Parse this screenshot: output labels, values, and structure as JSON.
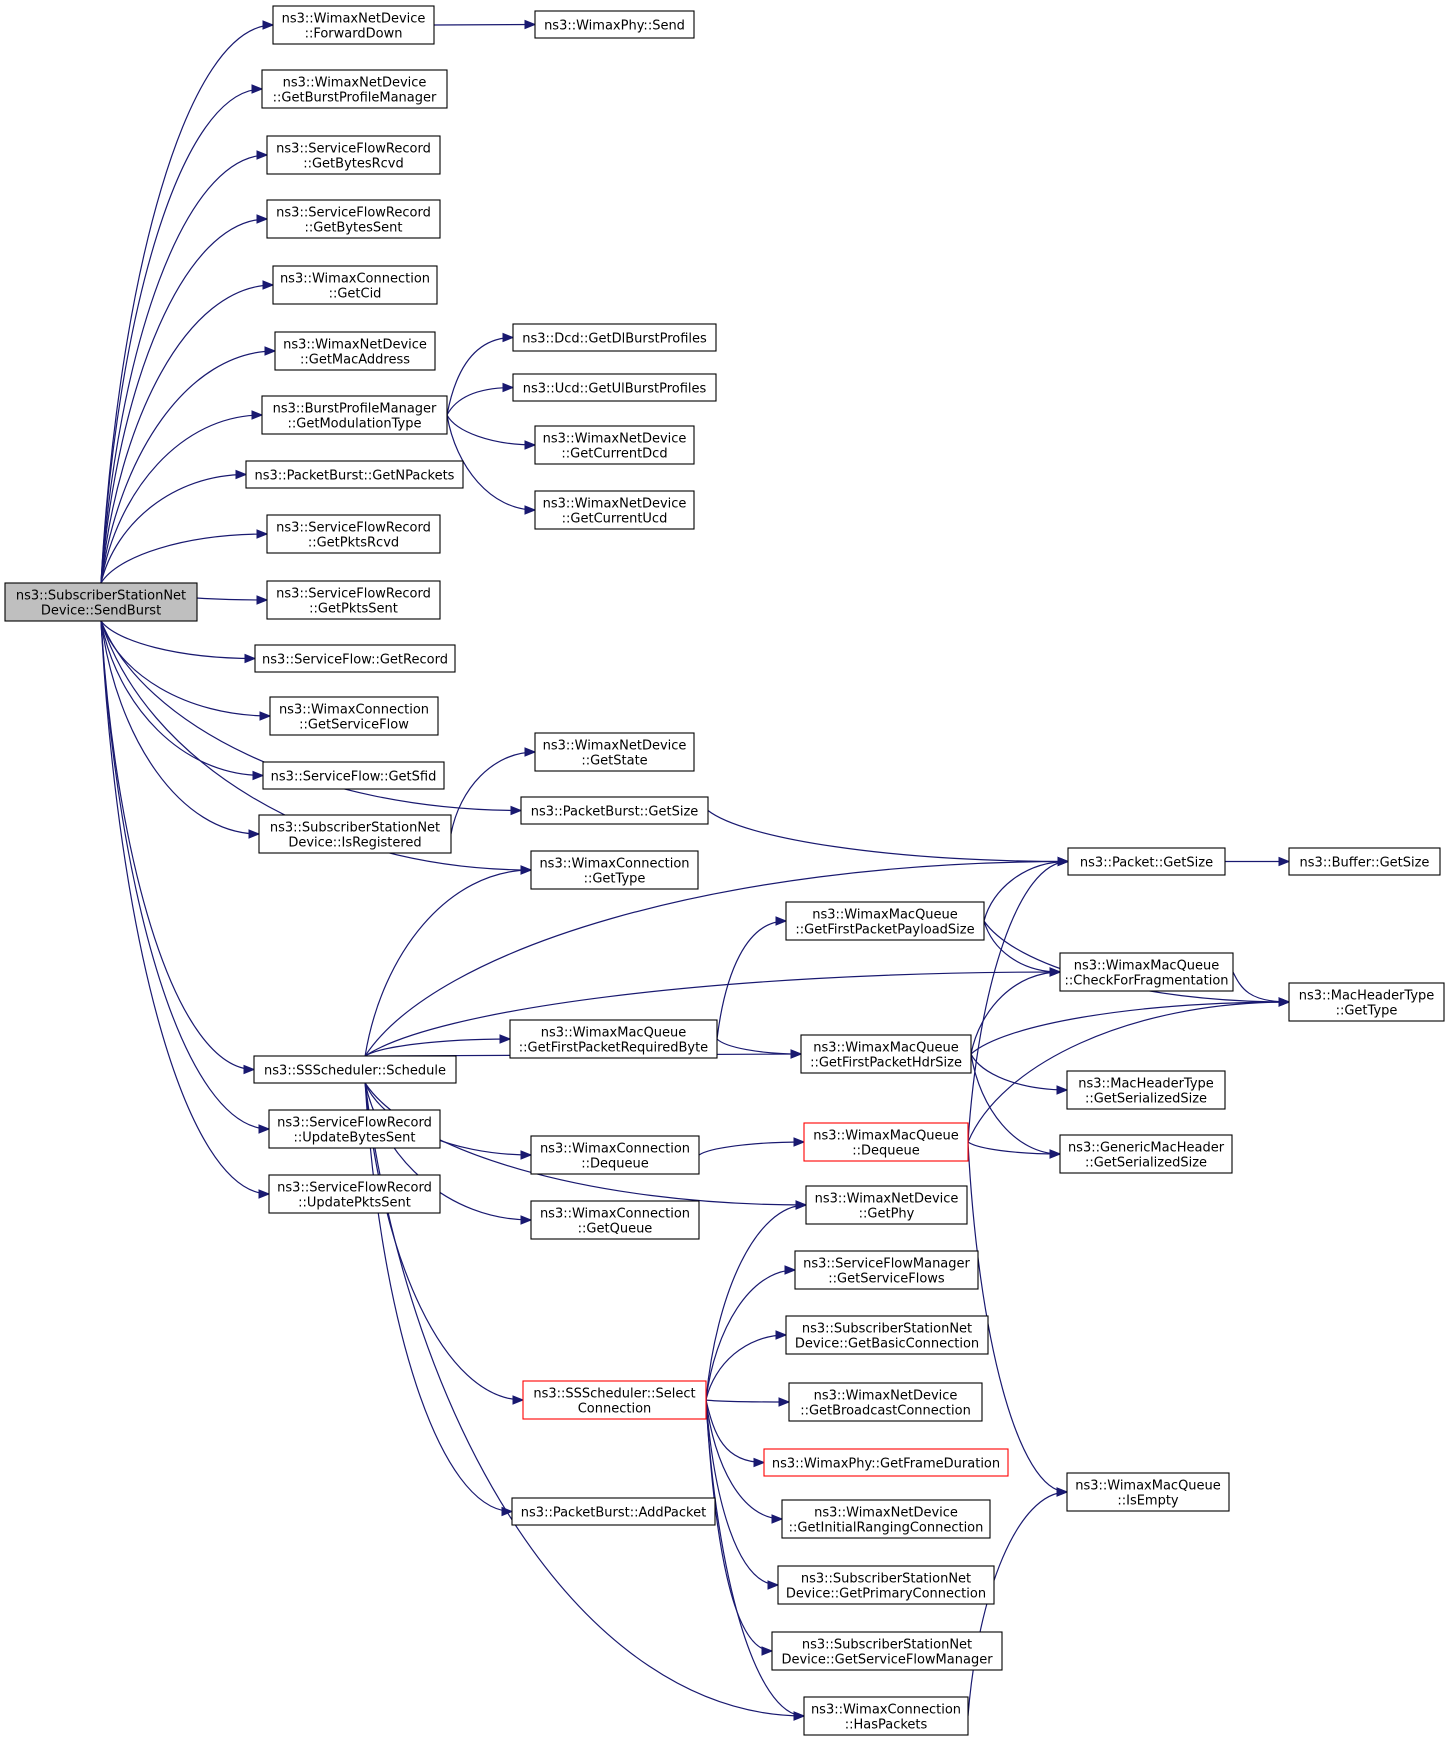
{
  "colors": {
    "edge": "#191970",
    "root_fill": "#bfbfbf",
    "highlight_border": "#ff0000",
    "node_border": "#000000"
  },
  "nodes": {
    "sendburst": {
      "lines": [
        "ns3::SubscriberStationNet",
        "Device::SendBurst"
      ],
      "style": "root"
    },
    "forwarddown": {
      "lines": [
        "ns3::WimaxNetDevice",
        "::ForwardDown"
      ]
    },
    "phy_send": {
      "lines": [
        "ns3::WimaxPhy::Send"
      ]
    },
    "getburstprofilemanager": {
      "lines": [
        "ns3::WimaxNetDevice",
        "::GetBurstProfileManager"
      ]
    },
    "getbytesrcvd": {
      "lines": [
        "ns3::ServiceFlowRecord",
        "::GetBytesRcvd"
      ]
    },
    "getbytessent": {
      "lines": [
        "ns3::ServiceFlowRecord",
        "::GetBytesSent"
      ]
    },
    "getcid": {
      "lines": [
        "ns3::WimaxConnection",
        "::GetCid"
      ]
    },
    "getmacaddress": {
      "lines": [
        "ns3::WimaxNetDevice",
        "::GetMacAddress"
      ]
    },
    "getdlburstprofiles": {
      "lines": [
        "ns3::Dcd::GetDlBurstProfiles"
      ]
    },
    "getulburstprofiles": {
      "lines": [
        "ns3::Ucd::GetUlBurstProfiles"
      ]
    },
    "getmodulationtype": {
      "lines": [
        "ns3::BurstProfileManager",
        "::GetModulationType"
      ]
    },
    "getcurrentdcd": {
      "lines": [
        "ns3::WimaxNetDevice",
        "::GetCurrentDcd"
      ]
    },
    "getnpackets": {
      "lines": [
        "ns3::PacketBurst::GetNPackets"
      ]
    },
    "getcurrentucd": {
      "lines": [
        "ns3::WimaxNetDevice",
        "::GetCurrentUcd"
      ]
    },
    "getpktsrcvd": {
      "lines": [
        "ns3::ServiceFlowRecord",
        "::GetPktsRcvd"
      ]
    },
    "getpktssent": {
      "lines": [
        "ns3::ServiceFlowRecord",
        "::GetPktsSent"
      ]
    },
    "getrecord": {
      "lines": [
        "ns3::ServiceFlow::GetRecord"
      ]
    },
    "getserviceflow": {
      "lines": [
        "ns3::WimaxConnection",
        "::GetServiceFlow"
      ]
    },
    "getstate": {
      "lines": [
        "ns3::WimaxNetDevice",
        "::GetState"
      ]
    },
    "getsfid": {
      "lines": [
        "ns3::ServiceFlow::GetSfid"
      ]
    },
    "pb_getsize": {
      "lines": [
        "ns3::PacketBurst::GetSize"
      ]
    },
    "isregistered": {
      "lines": [
        "ns3::SubscriberStationNet",
        "Device::IsRegistered"
      ]
    },
    "packet_getsize": {
      "lines": [
        "ns3::Packet::GetSize"
      ]
    },
    "buffer_getsize": {
      "lines": [
        "ns3::Buffer::GetSize"
      ]
    },
    "conn_gettype": {
      "lines": [
        "ns3::WimaxConnection",
        "::GetType"
      ]
    },
    "getfirstpacketpayloadsize": {
      "lines": [
        "ns3::WimaxMacQueue",
        "::GetFirstPacketPayloadSize"
      ]
    },
    "checkforfragmentation": {
      "lines": [
        "ns3::WimaxMacQueue",
        "::CheckForFragmentation"
      ]
    },
    "macheader_gettype": {
      "lines": [
        "ns3::MacHeaderType",
        "::GetType"
      ]
    },
    "getfirstpacketrequiredbyte": {
      "lines": [
        "ns3::WimaxMacQueue",
        "::GetFirstPacketRequiredByte"
      ]
    },
    "schedule": {
      "lines": [
        "ns3::SSScheduler::Schedule"
      ]
    },
    "getfirstpackethdrsize": {
      "lines": [
        "ns3::WimaxMacQueue",
        "::GetFirstPacketHdrSize"
      ]
    },
    "macheader_getserializedsize": {
      "lines": [
        "ns3::MacHeaderType",
        "::GetSerializedSize"
      ]
    },
    "updatebytessent": {
      "lines": [
        "ns3::ServiceFlowRecord",
        "::UpdateBytesSent"
      ]
    },
    "conn_dequeue": {
      "lines": [
        "ns3::WimaxConnection",
        "::Dequeue"
      ]
    },
    "queue_dequeue": {
      "lines": [
        "ns3::WimaxMacQueue",
        "::Dequeue"
      ],
      "style": "red"
    },
    "generic_getserializedsize": {
      "lines": [
        "ns3::GenericMacHeader",
        "::GetSerializedSize"
      ]
    },
    "updatepktssent": {
      "lines": [
        "ns3::ServiceFlowRecord",
        "::UpdatePktsSent"
      ]
    },
    "getphy": {
      "lines": [
        "ns3::WimaxNetDevice",
        "::GetPhy"
      ]
    },
    "getqueue": {
      "lines": [
        "ns3::WimaxConnection",
        "::GetQueue"
      ]
    },
    "getserviceflows": {
      "lines": [
        "ns3::ServiceFlowManager",
        "::GetServiceFlows"
      ]
    },
    "getbasicconnection": {
      "lines": [
        "ns3::SubscriberStationNet",
        "Device::GetBasicConnection"
      ]
    },
    "selectconnection": {
      "lines": [
        "ns3::SSScheduler::Select",
        "Connection"
      ],
      "style": "red"
    },
    "getbroadcastconnection": {
      "lines": [
        "ns3::WimaxNetDevice",
        "::GetBroadcastConnection"
      ]
    },
    "getframeduration": {
      "lines": [
        "ns3::WimaxPhy::GetFrameDuration"
      ],
      "style": "red"
    },
    "queue_isempty": {
      "lines": [
        "ns3::WimaxMacQueue",
        "::IsEmpty"
      ]
    },
    "addpacket": {
      "lines": [
        "ns3::PacketBurst::AddPacket"
      ]
    },
    "getinitialrangingconnection": {
      "lines": [
        "ns3::WimaxNetDevice",
        "::GetInitialRangingConnection"
      ]
    },
    "getprimaryconnection": {
      "lines": [
        "ns3::SubscriberStationNet",
        "Device::GetPrimaryConnection"
      ]
    },
    "getserviceflowmanager": {
      "lines": [
        "ns3::SubscriberStationNet",
        "Device::GetServiceFlowManager"
      ]
    },
    "haspackets": {
      "lines": [
        "ns3::WimaxConnection",
        "::HasPackets"
      ]
    }
  },
  "edges": [
    [
      "sendburst",
      "forwarddown"
    ],
    [
      "forwarddown",
      "phy_send"
    ],
    [
      "sendburst",
      "getburstprofilemanager"
    ],
    [
      "sendburst",
      "getbytesrcvd"
    ],
    [
      "sendburst",
      "getbytessent"
    ],
    [
      "sendburst",
      "getcid"
    ],
    [
      "sendburst",
      "getmacaddress"
    ],
    [
      "sendburst",
      "getmodulationtype"
    ],
    [
      "getmodulationtype",
      "getdlburstprofiles"
    ],
    [
      "getmodulationtype",
      "getulburstprofiles"
    ],
    [
      "getmodulationtype",
      "getcurrentdcd"
    ],
    [
      "getmodulationtype",
      "getcurrentucd"
    ],
    [
      "sendburst",
      "getnpackets"
    ],
    [
      "sendburst",
      "getpktsrcvd"
    ],
    [
      "sendburst",
      "getpktssent"
    ],
    [
      "sendburst",
      "getrecord"
    ],
    [
      "sendburst",
      "getserviceflow"
    ],
    [
      "sendburst",
      "getsfid"
    ],
    [
      "sendburst",
      "isregistered"
    ],
    [
      "isregistered",
      "getstate"
    ],
    [
      "sendburst",
      "pb_getsize"
    ],
    [
      "pb_getsize",
      "packet_getsize"
    ],
    [
      "packet_getsize",
      "buffer_getsize"
    ],
    [
      "sendburst",
      "conn_gettype"
    ],
    [
      "sendburst",
      "schedule"
    ],
    [
      "sendburst",
      "updatebytessent"
    ],
    [
      "sendburst",
      "updatepktssent"
    ],
    [
      "schedule",
      "conn_gettype"
    ],
    [
      "schedule",
      "packet_getsize"
    ],
    [
      "schedule",
      "checkforfragmentation"
    ],
    [
      "schedule",
      "getfirstpacketrequiredbyte"
    ],
    [
      "schedule",
      "getfirstpackethdrsize"
    ],
    [
      "schedule",
      "conn_dequeue"
    ],
    [
      "schedule",
      "getqueue"
    ],
    [
      "schedule",
      "getphy"
    ],
    [
      "schedule",
      "selectconnection"
    ],
    [
      "schedule",
      "addpacket"
    ],
    [
      "schedule",
      "haspackets"
    ],
    [
      "getfirstpacketrequiredbyte",
      "getfirstpacketpayloadsize"
    ],
    [
      "getfirstpacketrequiredbyte",
      "getfirstpackethdrsize"
    ],
    [
      "getfirstpacketpayloadsize",
      "packet_getsize"
    ],
    [
      "getfirstpacketpayloadsize",
      "checkforfragmentation"
    ],
    [
      "getfirstpacketpayloadsize",
      "macheader_gettype"
    ],
    [
      "checkforfragmentation",
      "macheader_gettype"
    ],
    [
      "getfirstpackethdrsize",
      "checkforfragmentation"
    ],
    [
      "getfirstpackethdrsize",
      "macheader_gettype"
    ],
    [
      "getfirstpackethdrsize",
      "macheader_getserializedsize"
    ],
    [
      "getfirstpackethdrsize",
      "generic_getserializedsize"
    ],
    [
      "conn_dequeue",
      "queue_dequeue"
    ],
    [
      "queue_dequeue",
      "packet_getsize"
    ],
    [
      "queue_dequeue",
      "generic_getserializedsize"
    ],
    [
      "queue_dequeue",
      "macheader_gettype"
    ],
    [
      "queue_dequeue",
      "queue_isempty"
    ],
    [
      "selectconnection",
      "getphy"
    ],
    [
      "selectconnection",
      "getserviceflows"
    ],
    [
      "selectconnection",
      "getbasicconnection"
    ],
    [
      "selectconnection",
      "getbroadcastconnection"
    ],
    [
      "selectconnection",
      "getframeduration"
    ],
    [
      "selectconnection",
      "getinitialrangingconnection"
    ],
    [
      "selectconnection",
      "getprimaryconnection"
    ],
    [
      "selectconnection",
      "getserviceflowmanager"
    ],
    [
      "selectconnection",
      "haspackets"
    ],
    [
      "haspackets",
      "queue_isempty"
    ]
  ]
}
